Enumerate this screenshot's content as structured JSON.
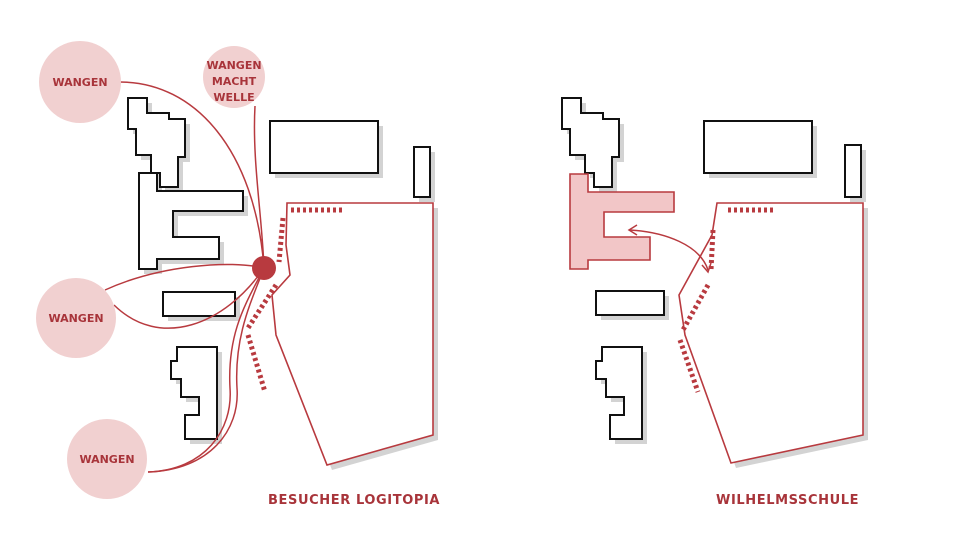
{
  "colors": {
    "accent": "#b83a3f",
    "accent_dark": "#a8343a",
    "bubble_fill": "#f1d0d0",
    "highlight_fill": "#f2c6c7",
    "shadow": "#d3d3d3",
    "outline": "#111111"
  },
  "left_diagram": {
    "caption": "BESUCHER LOGITOPIA",
    "bubbles": [
      {
        "lines": [
          "WANGEN"
        ]
      },
      {
        "lines": [
          "WANGEN",
          "MACHT",
          "WELLE"
        ]
      },
      {
        "lines": [
          "WANGEN"
        ]
      },
      {
        "lines": [
          "WANGEN"
        ]
      }
    ]
  },
  "right_diagram": {
    "caption": "WILHELMSSCHULE"
  }
}
